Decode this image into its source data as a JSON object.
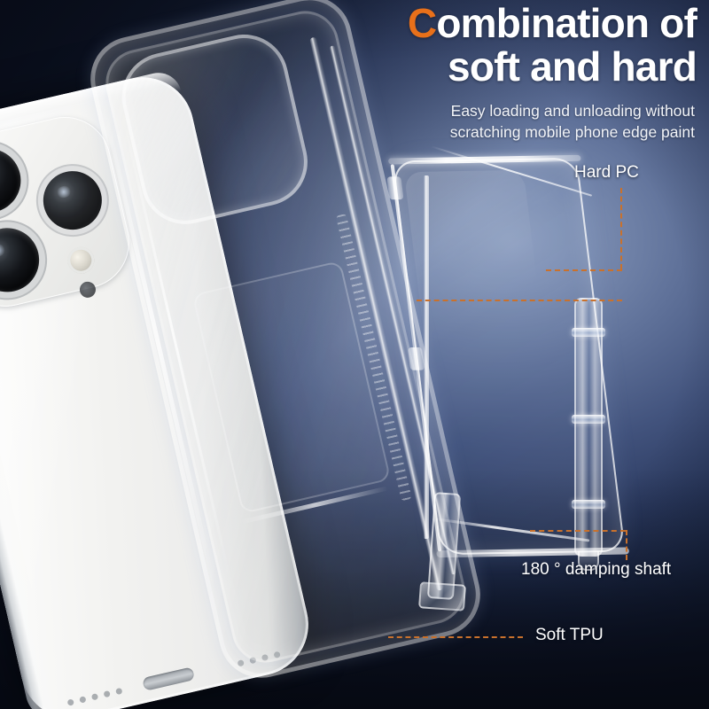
{
  "headline": {
    "accent_letter": "C",
    "line1_rest": "ombination of",
    "line2": "soft and hard"
  },
  "subtitle": {
    "line1": "Easy loading and unloading without",
    "line2": "scratching mobile phone edge paint"
  },
  "callouts": {
    "hard_pc": "Hard PC",
    "damping_shaft": "180 °  damping shaft",
    "soft_tpu": "Soft TPU"
  },
  "colors": {
    "accent_orange": "#e8701a",
    "leader_line": "#c9712c",
    "text_white": "#ffffff",
    "bg_dark_navy": "#0a0f1c",
    "bg_light_blue": "#8e9fc0"
  },
  "product": {
    "phone_color": "white-titanium",
    "lens_count": 3,
    "hinge_segments": 3
  }
}
